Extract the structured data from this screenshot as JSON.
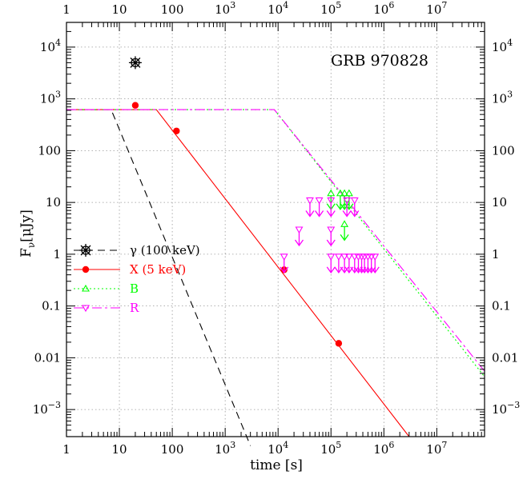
{
  "chart_data": {
    "type": "scatter",
    "title": "GRB 970828",
    "xlabel": "time [s]",
    "ylabel": "F",
    "ylabel_sub": "ν",
    "ylabel_unit": "[μJy]",
    "xscale": "log",
    "yscale": "log",
    "xlim": [
      1,
      80000000
    ],
    "ylim": [
      0.0003,
      30000
    ],
    "grid": true,
    "legend_position": "left",
    "x_ticks": [
      {
        "v": 1,
        "label": "1"
      },
      {
        "v": 10,
        "label": "10"
      },
      {
        "v": 100,
        "label": "100"
      },
      {
        "v": 1000,
        "label": "10",
        "exp": "3"
      },
      {
        "v": 10000,
        "label": "10",
        "exp": "4"
      },
      {
        "v": 100000,
        "label": "10",
        "exp": "5"
      },
      {
        "v": 1000000,
        "label": "10",
        "exp": "6"
      },
      {
        "v": 10000000,
        "label": "10",
        "exp": "7"
      }
    ],
    "y_ticks": [
      {
        "v": 0.001,
        "label": "10",
        "exp": "−3"
      },
      {
        "v": 0.01,
        "label": "0.01"
      },
      {
        "v": 0.1,
        "label": "0.1"
      },
      {
        "v": 1,
        "label": "1"
      },
      {
        "v": 10,
        "label": "10"
      },
      {
        "v": 100,
        "label": "100"
      },
      {
        "v": 1000,
        "label": "10",
        "exp": "3"
      },
      {
        "v": 10000,
        "label": "10",
        "exp": "4"
      }
    ],
    "series": [
      {
        "name": "γ (100 keV)",
        "color": "#000000",
        "marker": "star",
        "dash": "9 6",
        "line": [
          [
            1,
            620
          ],
          [
            7,
            620
          ],
          [
            3000,
            0.0002
          ]
        ],
        "points": [
          [
            20,
            5000
          ]
        ],
        "upper_limits": []
      },
      {
        "name": "X (5 keV)",
        "color": "#ff0000",
        "marker": "circle",
        "dash": "",
        "line": [
          [
            1,
            620
          ],
          [
            50,
            620
          ],
          [
            3000000,
            0.0003
          ]
        ],
        "points": [
          [
            20,
            750
          ],
          [
            120,
            240
          ],
          [
            13000,
            0.5
          ],
          [
            140000,
            0.019
          ]
        ],
        "upper_limits": []
      },
      {
        "name": "B",
        "color": "#00ff00",
        "marker": "triangle-up",
        "dash": "2 3",
        "line": [
          [
            1,
            620
          ],
          [
            8500,
            620
          ],
          [
            80000000,
            0.0043
          ]
        ],
        "points": [],
        "upper_limits": [
          [
            100000,
            15
          ],
          [
            150000,
            15
          ],
          [
            180000,
            15
          ],
          [
            220000,
            15
          ],
          [
            180000,
            3.8
          ]
        ]
      },
      {
        "name": "R",
        "color": "#ff00ff",
        "marker": "triangle-down",
        "dash": "12 4 3 4",
        "line": [
          [
            1,
            620
          ],
          [
            8500,
            620
          ],
          [
            80000000,
            0.0055
          ]
        ],
        "points": [],
        "upper_limits": [
          [
            13000,
            0.9
          ],
          [
            25000,
            3
          ],
          [
            40000,
            11
          ],
          [
            60000,
            11
          ],
          [
            100000,
            11
          ],
          [
            100000,
            3
          ],
          [
            200000,
            11
          ],
          [
            280000,
            11
          ],
          [
            100000,
            0.9
          ],
          [
            140000,
            0.9
          ],
          [
            180000,
            0.9
          ],
          [
            220000,
            0.9
          ],
          [
            280000,
            0.9
          ],
          [
            330000,
            0.9
          ],
          [
            380000,
            0.9
          ],
          [
            430000,
            0.9
          ],
          [
            500000,
            0.9
          ],
          [
            580000,
            0.9
          ],
          [
            680000,
            0.9
          ]
        ]
      }
    ]
  }
}
